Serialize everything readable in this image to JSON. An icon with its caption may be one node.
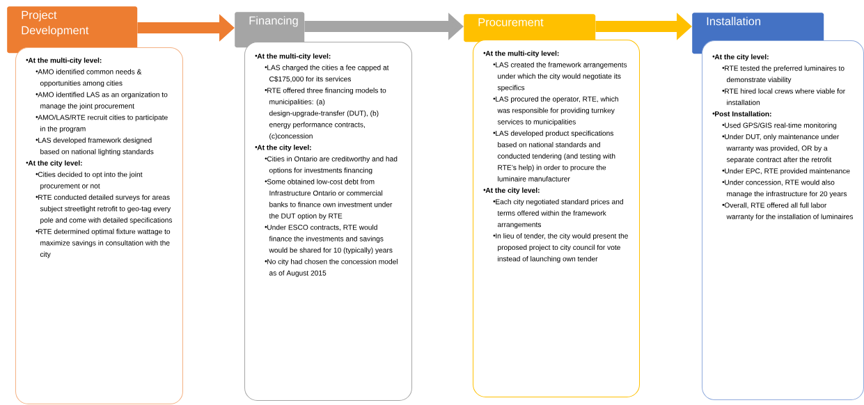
{
  "diagram": {
    "nodes": [
      {
        "text": [
          "Project Development"
        ]
      },
      {
        "text": [
          "At the multi-city level:",
          "AMO identified common needs & opportunities among cities",
          "AMO identified LAS as an organization to manage  the joint procurement",
          "AMO/LAS/RTE recruit cities to participate in the program",
          "LAS developed framework designed based on national lighting standards",
          "At the city level:",
          "Cities decided to opt into the joint procurement or not",
          "RTE conducted detailed surveys for areas subject streetlight retrofit to geo-tag every pole and come with detailed specifications",
          "RTE determined optimal fixture wattage to maximize savings in consultation with the city"
        ]
      },
      {
        "text": [
          "Financing"
        ]
      },
      {
        "text": [
          "At the multi-city level:",
          "LAS charged the cities a fee capped at C$175,000 for its services",
          "RTE  offered three financing models to municipalities: (a) design-upgrade-transfer (DUT), (b) energy performance contracts, (c)concession",
          "At the city level:",
          "Cities in Ontario are creditworthy and had options for investments financing",
          "Some obtained low-cost debt from Infrastructure Ontario or commercial banks to finance own investment under the DUT option by RTE",
          "Under ESCO contracts, RTE would finance the investments and savings would be shared for 10 (typically) years",
          "No city had chosen the concession model as of August 2015"
        ]
      },
      {
        "text": [
          "Procurement"
        ]
      },
      {
        "text": [
          "At the multi-city level:",
          "LAS created the framework arrangements under which the city would negotiate its specifics",
          "LAS procured the operator, RTE, which was responsible for providing turnkey services to municipalities",
          "LAS developed product specifications based on national standards and conducted tendering (and testing with RTE’s help) in order to procure the luminaire manufacturer",
          "At the city level:",
          "Each city negotiated standard prices and terms offered within the framework arrangements",
          "In lieu of tender, the city would present the proposed project to city council for vote instead of launching own tender"
        ]
      },
      {
        "text": [
          "Installation"
        ]
      },
      {
        "text": [
          "At the city level:",
          "RTE tested the preferred luminaires to demonstrate viability",
          "RTE hired local crews where viable for installation",
          "Post Installation:",
          "Used GPS/GIS real-time monitoring",
          "Under DUT, only maintenance under warranty was provided, OR by a separate contract after the retrofit",
          "Under EPC, RTE provided maintenance",
          "Under concession, RTE would also manage the infrastructure for 20 years",
          "Overall, RTE offered all full labor warranty for the installation of luminaires"
        ]
      }
    ],
    "edges": [
      {
        "from": 0,
        "to": 2,
        "arrow": "to",
        "color": "#ed7d31"
      },
      {
        "from": 2,
        "to": 4,
        "arrow": "to",
        "color": "#a5a5a5"
      },
      {
        "from": 4,
        "to": 6,
        "arrow": "to",
        "color": "#ffc000"
      }
    ]
  }
}
